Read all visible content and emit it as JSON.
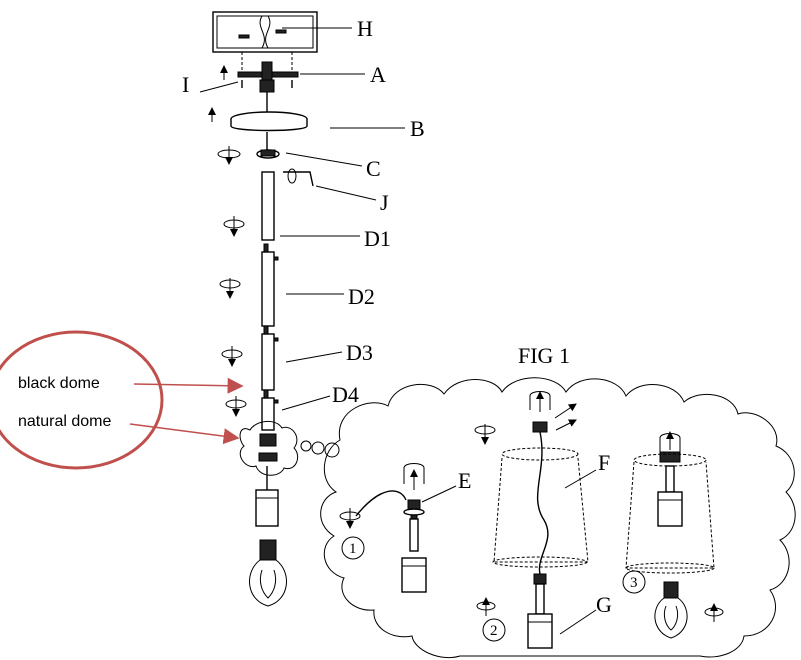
{
  "labels": {
    "H": "H",
    "A": "A",
    "I": "I",
    "B": "B",
    "C": "C",
    "J": "J",
    "D1": "D1",
    "D2": "D2",
    "D3": "D3",
    "D4": "D4",
    "E": "E",
    "F": "F",
    "G": "G"
  },
  "figure_title": "FIG 1",
  "annotations": {
    "black_dome": "black dome",
    "natural_dome": "natural dome"
  },
  "steps": [
    "1",
    "2",
    "3"
  ],
  "colors": {
    "annotation_red": "#c0504d",
    "line": "#000000"
  }
}
